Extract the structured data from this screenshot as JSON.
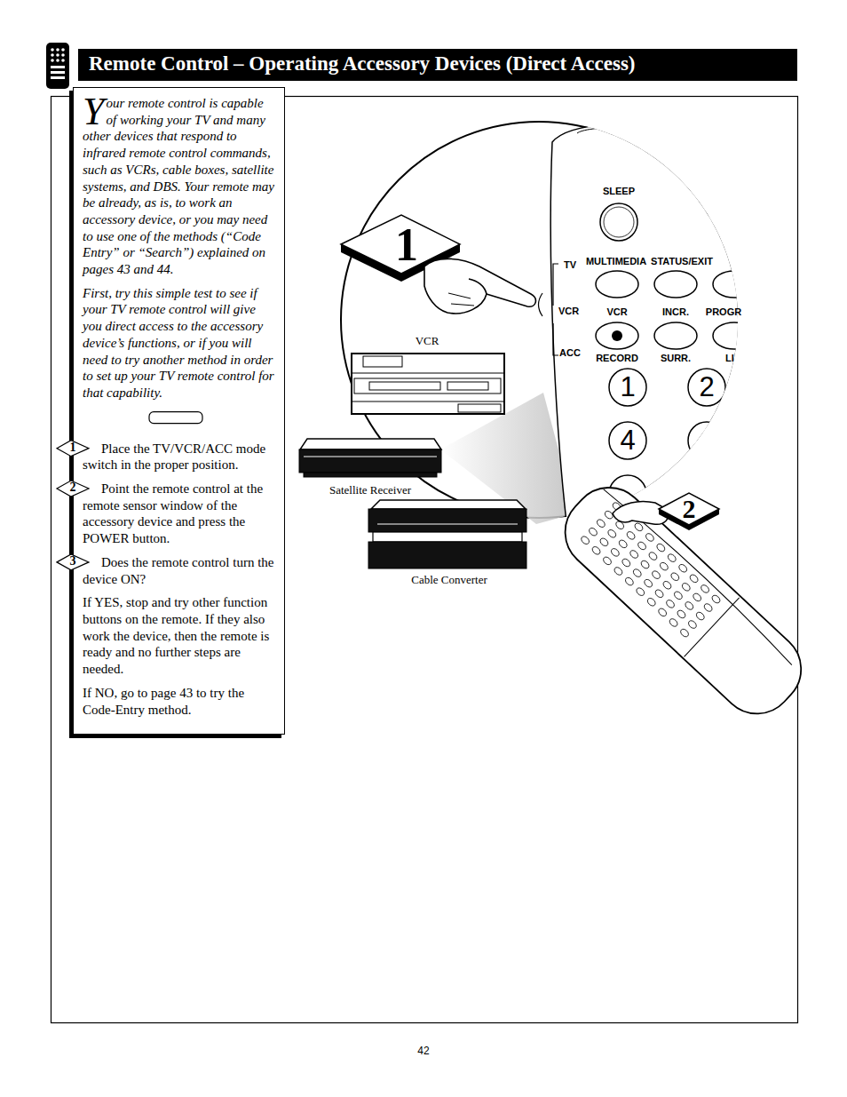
{
  "diagram": {
    "title": "Remote Control – Operating Accessory Devices (Direct Access)",
    "nodes": [
      {
        "text": [
          "Your remote control is capable of working your TV and many other devices that respond to infrared remote control commands, such as VCRs, cable boxes, satellite systems, and DBS. Your remote may be already, as is, to work an accessory device, or you may need to use one of the methods (“Code Entry” or “Search”) explained on pages 43 and 44.",
          "First, try this simple test to see if your TV remote control will give you direct access to the accessory device’s functions, or if you will need to try another method in order to set up your TV remote control for that capability.",
          "Place the TV/VCR/ACC mode switch in the proper position.",
          "Point the remote control at the remote sensor window of the accessory device and press the POWER button.",
          "Does the remote control turn the device ON?",
          "If YES, stop and try other function buttons on the remote. If they also work the device, then the remote is ready and no further steps are needed.",
          "If NO, go to page 43 to try the Code-Entry method."
        ]
      }
    ],
    "labels": [
      "1",
      "SLEEP",
      "TV",
      "MULTIMEDIA",
      "STATUS/EXIT",
      "VCR",
      "VCR",
      "INCR.",
      "PROGR",
      "ACC",
      "RECORD",
      "SURR.",
      "LI",
      "1",
      "2",
      "4",
      "VCR",
      "Satellite Receiver",
      "2",
      "Cable Converter",
      "1",
      "2",
      "3",
      "42"
    ]
  }
}
